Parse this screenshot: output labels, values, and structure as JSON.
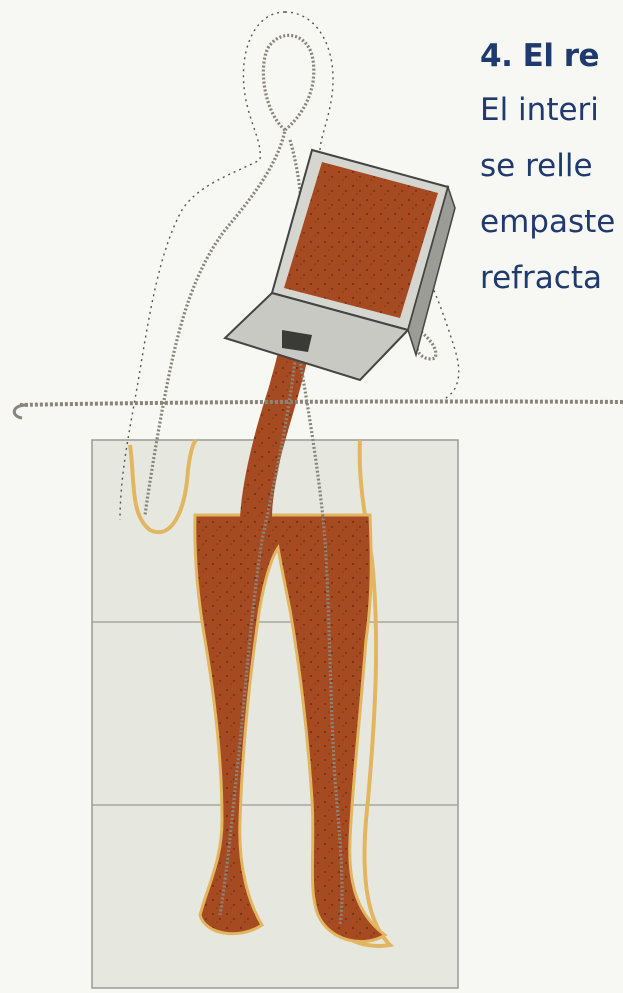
{
  "heading": "4. El re",
  "body_lines": [
    "El interi",
    "se relle",
    "empaste",
    "refracta"
  ],
  "colors": {
    "text": "#1f3a6d",
    "clay": "#a64a22",
    "plaster": "#e6e8e0",
    "wax_outline": "#e2b660",
    "funnel": "#c9c9c4",
    "rope": "#8a847a"
  }
}
